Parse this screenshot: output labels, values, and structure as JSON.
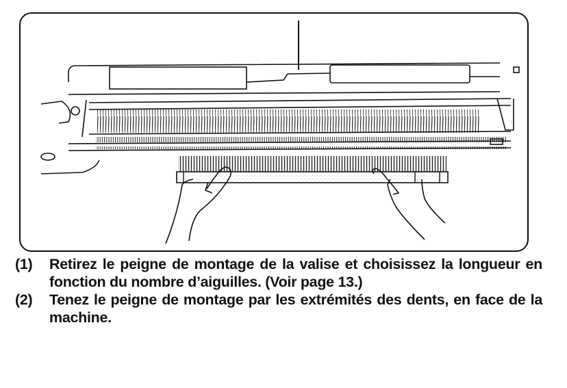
{
  "figure": {
    "description": "Illustration: two hands holding a cast-on comb in front of a knitting machine needle bed"
  },
  "steps": [
    {
      "number": "(1)",
      "text": "Retirez le peigne de montage de la valise et choisissez la longueur en fonction du nombre d’aiguilles. (Voir page 13.)"
    },
    {
      "number": "(2)",
      "text": "Tenez le peigne de montage par les extrémités des dents, en face de la machine."
    }
  ]
}
